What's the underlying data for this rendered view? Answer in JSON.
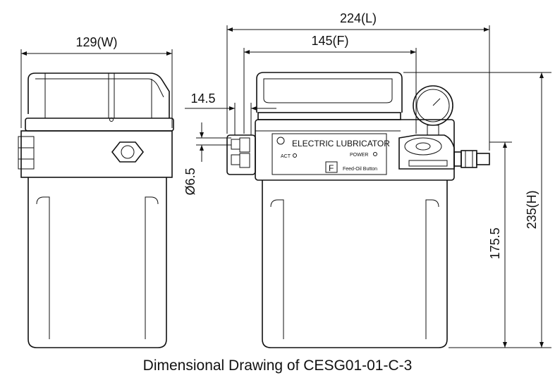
{
  "dimensions": {
    "width": "129(W)",
    "length": "224(L)",
    "front": "145(F)",
    "offset": "14.5",
    "diameter": "Ø6.5",
    "outlet_height": "175.5",
    "height": "235(H)"
  },
  "panel": {
    "title": "ELECTRIC LUBRICATOR",
    "act_label": "ACT",
    "power_label": "POWER",
    "button_key": "F",
    "button_label": "Feed-Oil Button"
  },
  "caption": "Dimensional Drawing of CESG01-01-C-3"
}
